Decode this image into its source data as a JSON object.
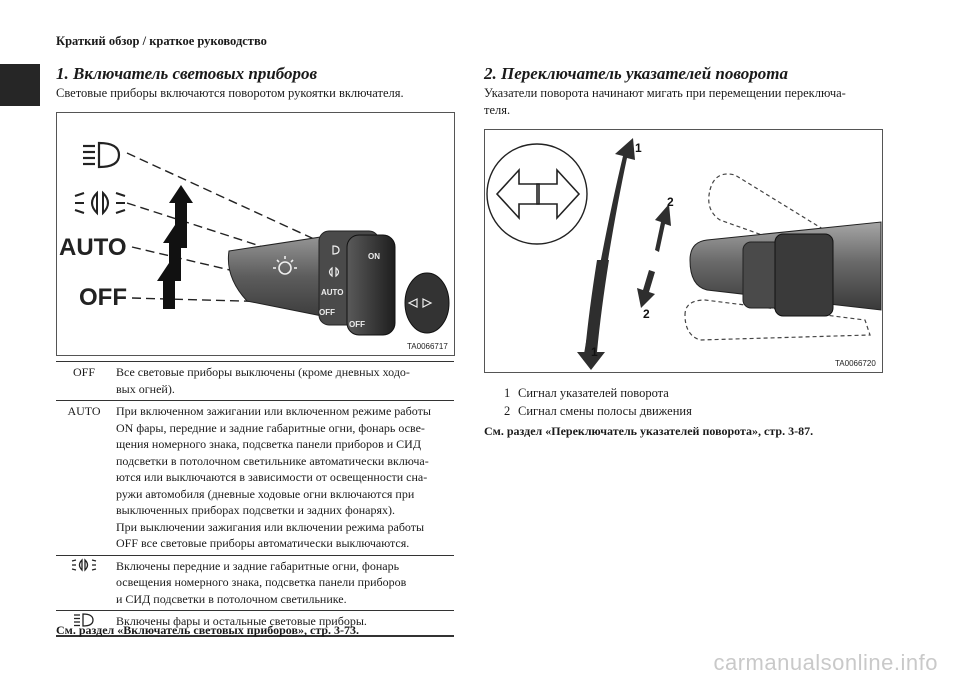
{
  "header": {
    "title": "Краткий обзор / краткое руководство"
  },
  "section1": {
    "heading": "1. Включатель световых приборов",
    "intro": "Световые приборы включаются поворотом рукоятки включателя.",
    "figure": {
      "id": "TA0066717",
      "labels": {
        "auto": "AUTO",
        "off": "OFF"
      },
      "ring_labels": {
        "on": "ON",
        "auto": "AUTO",
        "off1": "OFF",
        "off2": "OFF"
      },
      "icons": [
        "headlight-icon",
        "parking-light-icon",
        "sun-sensor-icon"
      ]
    },
    "table": [
      {
        "key": "OFF",
        "lines": [
          "Все световые приборы выключены (кроме дневных ходо-",
          "вых огней)."
        ]
      },
      {
        "key": "AUTO",
        "lines": [
          "При включенном зажигании или включенном режиме работы",
          "ON фары, передние и задние габаритные огни, фонарь осве-",
          "щения номерного знака, подсветка панели приборов и СИД",
          "подсветки в потолочном светильнике автоматически включа-",
          "ются или выключаются в зависимости от освещенности сна-",
          "ружи автомобиля (дневные ходовые огни включаются при",
          "выключенных приборах подсветки и задних фонарях).",
          "При выключении зажигания или включении режима работы",
          "OFF все световые приборы автоматически выключаются."
        ]
      },
      {
        "key_icon": "parking-light-icon",
        "lines": [
          "Включены передние и задние габаритные огни, фонарь",
          "освещения номерного знака, подсветка панели приборов",
          "и СИД подсветки в потолочном светильнике."
        ]
      },
      {
        "key_icon": "headlight-icon",
        "lines": [
          "Включены фары и остальные световые приборы."
        ]
      }
    ],
    "reference": "См. раздел «Включатель световых приборов», стр. 3-73."
  },
  "section2": {
    "heading": "2. Переключатель указателей поворота",
    "intro_lines": [
      "Указатели поворота начинают мигать при перемещении переключа-",
      "теля."
    ],
    "figure": {
      "id": "TA0066720",
      "callouts": [
        "1",
        "2",
        "2",
        "1"
      ]
    },
    "items": [
      {
        "num": "1",
        "text": "Сигнал указателей поворота"
      },
      {
        "num": "2",
        "text": "Сигнал смены полосы движения"
      }
    ],
    "reference": "См. раздел «Переключатель указателей поворота», стр. 3-87."
  },
  "watermark": "carmanualsonline.info"
}
